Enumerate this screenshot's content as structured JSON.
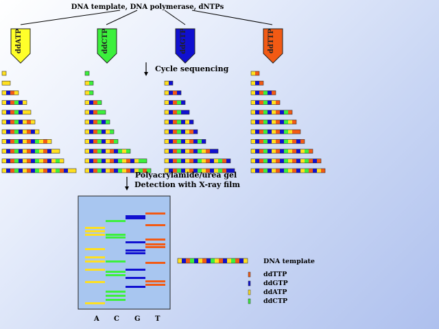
{
  "header": {
    "title": "DNA template, DNA polymerase, dNTPs"
  },
  "terminators": [
    {
      "label": "ddATP",
      "color": "#ffff2a"
    },
    {
      "label": "ddCTP",
      "color": "#3cf03c"
    },
    {
      "label": "ddGTP",
      "color": "#1010d0"
    },
    {
      "label": "ddTTP",
      "color": "#f25a14"
    }
  ],
  "steps": {
    "cycle": "Cycle sequencing",
    "gel_line1": "Polyacrylamide/urea gel",
    "gel_line2": "Detection with X-ray film"
  },
  "legend": {
    "template": "DNA template",
    "items": [
      {
        "label": "ddTTP",
        "color": "#f25a14"
      },
      {
        "label": "ddGTP",
        "color": "#1010d0"
      },
      {
        "label": "ddATP",
        "color": "#ffe020"
      },
      {
        "label": "ddCTP",
        "color": "#3cf03c"
      }
    ]
  },
  "lanes": [
    "A",
    "C",
    "G",
    "T"
  ],
  "colors": {
    "A": "#ffe020",
    "C": "#3cf03c",
    "G": "#1010d0",
    "T": "#f25a14",
    "gel": "#a8c6f0"
  }
}
